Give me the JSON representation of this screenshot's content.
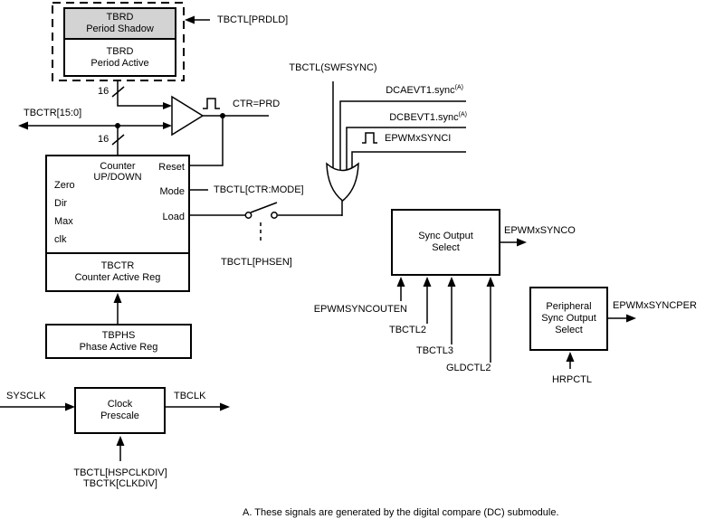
{
  "blocks": {
    "period_shadow": {
      "line1": "TBRD",
      "line2": "Period Shadow"
    },
    "period_active": {
      "line1": "TBRD",
      "line2": "Period Active"
    },
    "counter": {
      "line1": "Counter",
      "line2": "UP/DOWN",
      "left_ports": [
        "Zero",
        "Dir",
        "Max",
        "clk"
      ],
      "right_ports": [
        "Reset",
        "Mode",
        "Load"
      ],
      "reg_line1": "TBCTR",
      "reg_line2": "Counter Active Reg"
    },
    "tbphs": {
      "line1": "TBPHS",
      "line2": "Phase Active Reg"
    },
    "clock_prescale": {
      "line1": "Clock",
      "line2": "Prescale"
    },
    "sync_output_select": {
      "line1": "Sync Output",
      "line2": "Select"
    },
    "peripheral_sync": {
      "line1": "Peripheral",
      "line2": "Sync Output",
      "line3": "Select"
    }
  },
  "signals": {
    "tbctl_prdld": "TBCTL[PRDLD]",
    "bus16_upper": "16",
    "bus16_lower": "16",
    "tbctr_bus": "TBCTR[15:0]",
    "ctr_prd": "CTR=PRD",
    "tbctl_swfsync": "TBCTL(SWFSYNC)",
    "dcaevt1": "DCAEVT1.sync",
    "dcaevt1_sup": "(A)",
    "dcbevt1": "DCBEVT1.sync",
    "dcbevt1_sup": "(A)",
    "epwmxsynci": "EPWMxSYNCI",
    "tbctl_ctrmode": "TBCTL[CTR:MODE]",
    "tbctl_phsen": "TBCTL[PHSEN]",
    "epwmsyncouten": "EPWMSYNCOUTEN",
    "tbctl2": "TBCTL2",
    "tbctl3": "TBCTL3",
    "gldctl2": "GLDCTL2",
    "epwmxsynco": "EPWMxSYNCO",
    "epwmxsyncper": "EPWMxSYNCPER",
    "hrpctl": "HRPCTL",
    "sysclk": "SYSCLK",
    "tbclk": "TBCLK",
    "tbctl_hspclkdiv": "TBCTL[HSPCLKDIV]",
    "tbctk_clkdiv": "TBCTK[CLKDIV]"
  },
  "footnote": "A. These signals are generated by the digital compare (DC) submodule.",
  "colors": {
    "shadow_fill": "#d3d3d3",
    "line": "#000000",
    "background": "#ffffff"
  }
}
